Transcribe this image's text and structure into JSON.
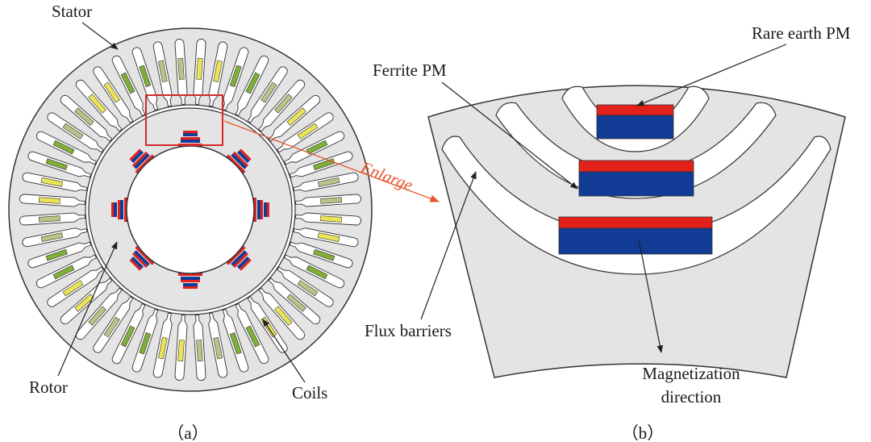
{
  "labels": {
    "stator": "Stator",
    "rotor": "Rotor",
    "coils": "Coils",
    "enlarge": "Enlarge",
    "rare_earth_pm": "Rare earth PM",
    "ferrite_pm": "Ferrite PM",
    "flux_barriers": "Flux barriers",
    "magnetization": "Magnetization",
    "direction": "direction"
  },
  "captions": {
    "a": "（a）",
    "b": "（b）"
  },
  "colors": {
    "iron": "#e4e4e4",
    "outline": "#333333",
    "rare_earth": "#e3211b",
    "ferrite": "#123b95",
    "coil_yellow": "#e9e457",
    "coil_green": "#7fae39",
    "coil_olive": "#b7c486",
    "highlight": "#d42a2a",
    "enlarge": "#e8542c"
  },
  "structure": {
    "stator_slots": 48,
    "rotor_poles": 8,
    "pm_layers": 3
  }
}
